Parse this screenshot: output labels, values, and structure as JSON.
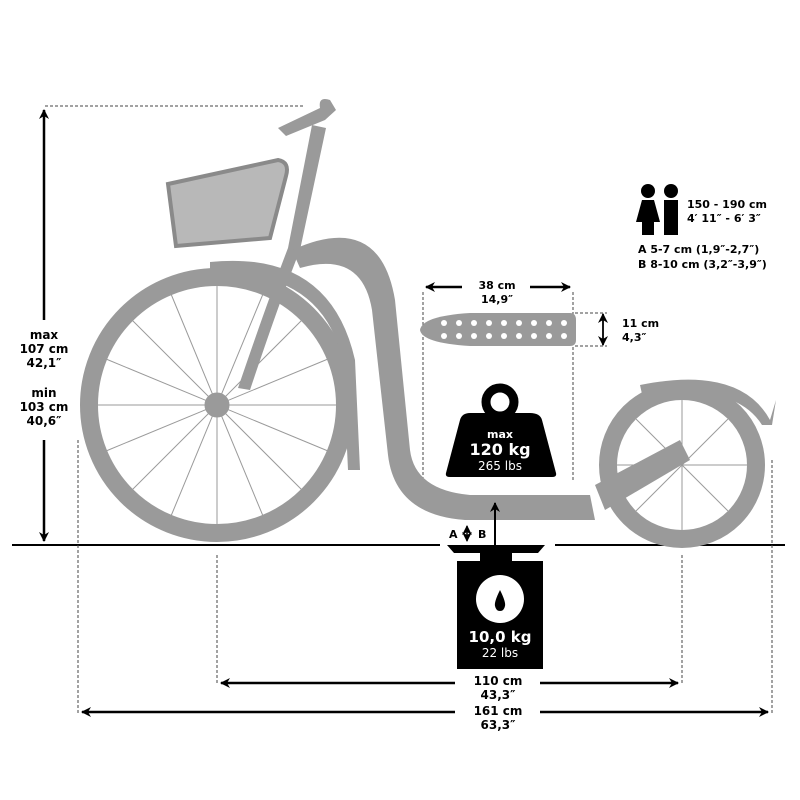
{
  "diagram": {
    "subject": "kick scooter dimensions",
    "colors": {
      "scooter": "#9a9a9a",
      "ink": "#000000",
      "background": "#ffffff",
      "badge_text": "#ffffff"
    }
  },
  "height_dim": {
    "max_label": "max",
    "max_cm": "107 cm",
    "max_in": "42,1″",
    "min_label": "min",
    "min_cm": "103 cm",
    "min_in": "40,6″"
  },
  "rider": {
    "icon": "rider-figures-icon",
    "height_cm": "150 - 190 cm",
    "height_ft": "4′ 11″ - 6′ 3″",
    "clearance_a": "A 5-7 cm (1,9″-2,7″)",
    "clearance_b": "B 8-10 cm (3,2″-3,9″)"
  },
  "deck": {
    "length_cm": "38 cm",
    "length_in": "14,9″",
    "width_cm": "11 cm",
    "width_in": "4,3″"
  },
  "max_load": {
    "icon": "weight-icon",
    "label": "max",
    "kg": "120 kg",
    "lbs": "265 lbs"
  },
  "clearance_markers": {
    "a": "A",
    "b": "B"
  },
  "scale_weight": {
    "icon": "scale-icon",
    "kg": "10,0 kg",
    "lbs": "22 lbs"
  },
  "wheelbase": {
    "cm": "110 cm",
    "in": "43,3″"
  },
  "total_length": {
    "cm": "161 cm",
    "in": "63,3″"
  }
}
